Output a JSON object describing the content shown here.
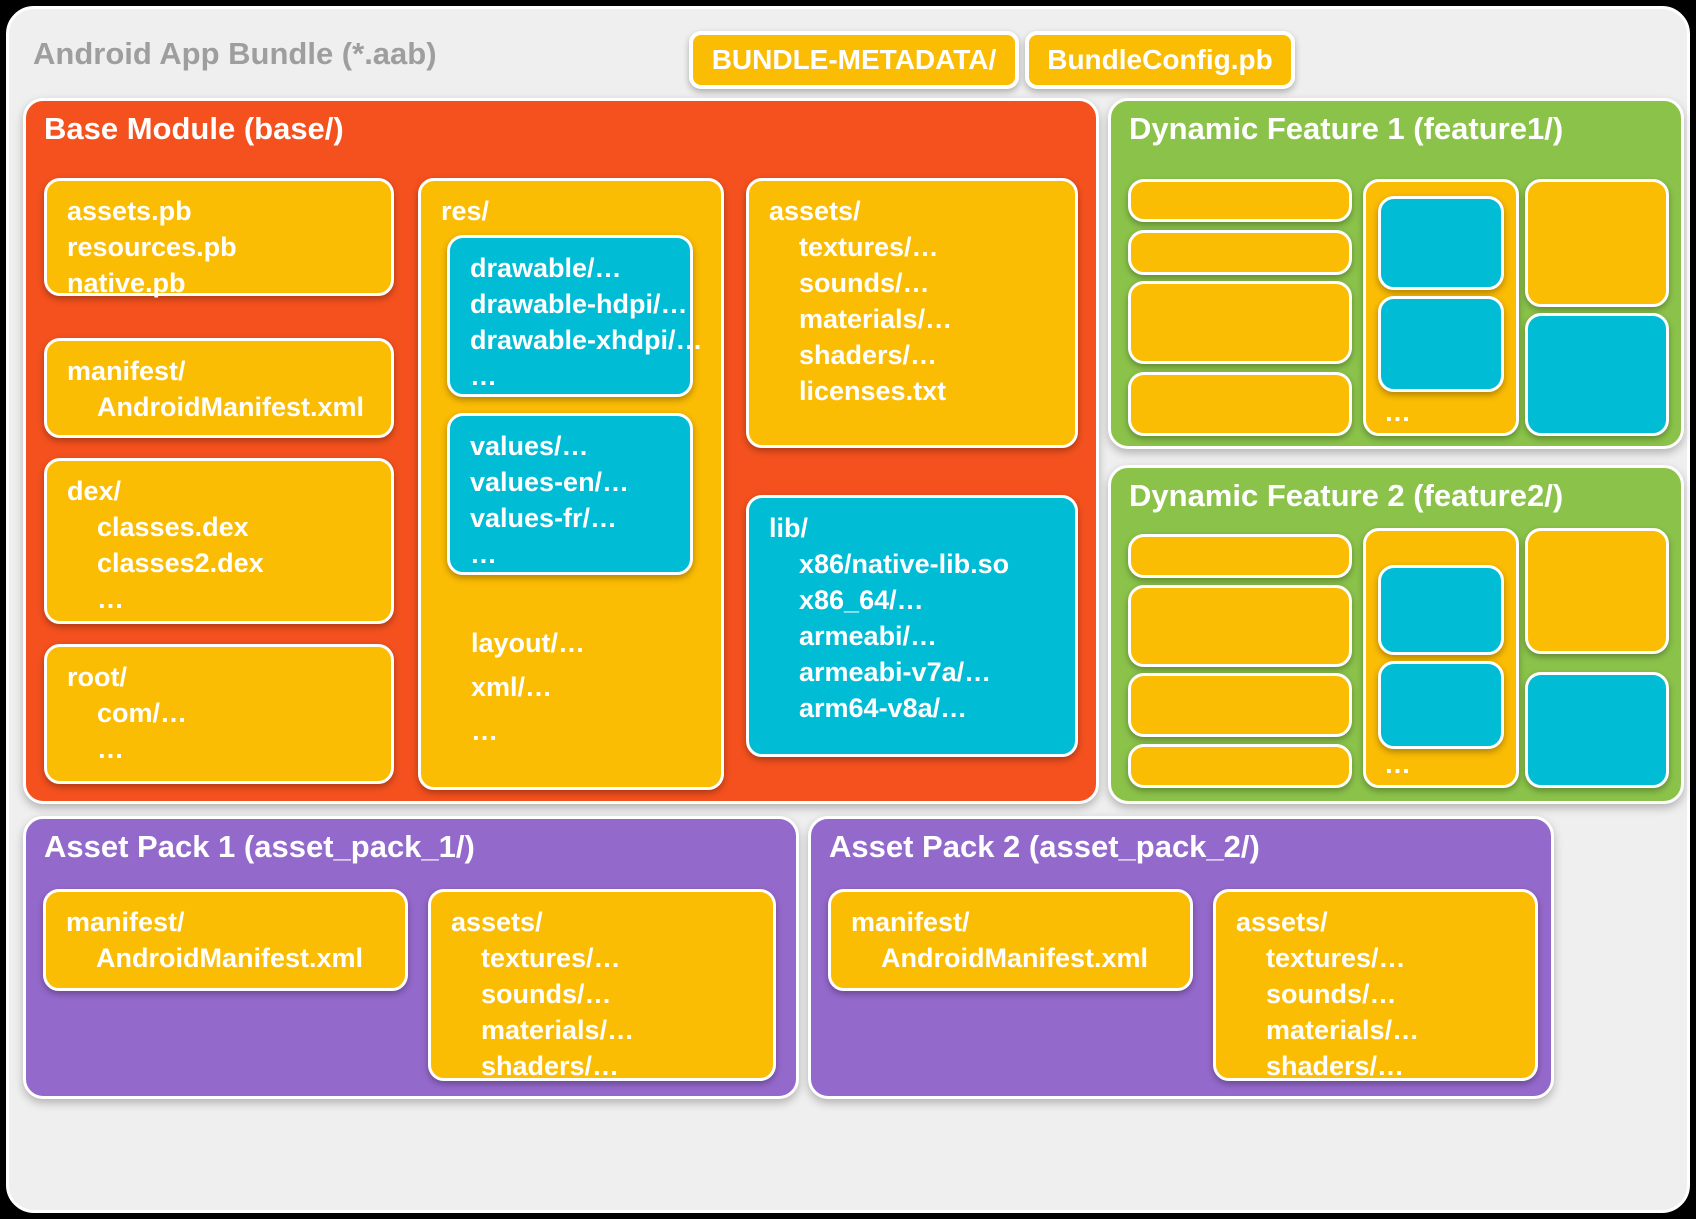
{
  "window": {
    "title": "Android App Bundle (*.aab)"
  },
  "badges": {
    "metadata": "BUNDLE-METADATA/",
    "config": "BundleConfig.pb"
  },
  "colors": {
    "canvas": "#efefef",
    "title_gray": "#9e9e9e",
    "orange": "#f4511e",
    "yellow": "#fbbc04",
    "cyan": "#00bcd4",
    "green": "#8bc34a",
    "purple": "#9469cc",
    "text": "#ffffff"
  },
  "base_module": {
    "title": "Base Module (base/)",
    "protos": {
      "lines": [
        "assets.pb",
        "resources.pb",
        "native.pb"
      ]
    },
    "manifest": {
      "name": "manifest/",
      "children": [
        "AndroidManifest.xml"
      ]
    },
    "dex": {
      "name": "dex/",
      "children": [
        "classes.dex",
        "classes2.dex",
        "…"
      ]
    },
    "root": {
      "name": "root/",
      "children": [
        "com/…",
        "…"
      ]
    },
    "res": {
      "name": "res/",
      "drawables": [
        "drawable/…",
        "drawable-hdpi/…",
        "drawable-xhdpi/…",
        "…"
      ],
      "values": [
        "values/…",
        "values-en/…",
        "values-fr/…",
        "…"
      ],
      "tail": [
        "layout/…",
        "xml/…",
        "…"
      ]
    },
    "assets": {
      "name": "assets/",
      "children": [
        "textures/…",
        "sounds/…",
        "materials/…",
        "shaders/…",
        "licenses.txt"
      ]
    },
    "lib": {
      "name": "lib/",
      "children": [
        "x86/native-lib.so",
        "x86_64/…",
        "armeabi/…",
        "armeabi-v7a/…",
        "arm64-v8a/…"
      ]
    }
  },
  "dynamic_feature_1": {
    "title": "Dynamic Feature 1 (feature1/)",
    "more": "…"
  },
  "dynamic_feature_2": {
    "title": "Dynamic Feature 2 (feature2/)",
    "more": "…"
  },
  "asset_pack_1": {
    "title": "Asset Pack 1 (asset_pack_1/)",
    "manifest": {
      "name": "manifest/",
      "children": [
        "AndroidManifest.xml"
      ]
    },
    "assets": {
      "name": "assets/",
      "children": [
        "textures/…",
        "sounds/…",
        "materials/…",
        "shaders/…"
      ]
    }
  },
  "asset_pack_2": {
    "title": "Asset Pack 2 (asset_pack_2/)",
    "manifest": {
      "name": "manifest/",
      "children": [
        "AndroidManifest.xml"
      ]
    },
    "assets": {
      "name": "assets/",
      "children": [
        "textures/…",
        "sounds/…",
        "materials/…",
        "shaders/…"
      ]
    }
  }
}
